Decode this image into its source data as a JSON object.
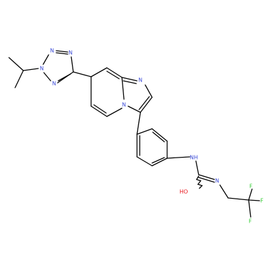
{
  "colors": {
    "bond": "#000000",
    "nitrogen": "#3b4bd8",
    "oxygen": "#e8141b",
    "fluorine": "#33cc33"
  },
  "atoms": [
    {
      "id": "n_t1",
      "text": "N",
      "element": "nitrogen"
    },
    {
      "id": "n_t2",
      "text": "N",
      "element": "nitrogen"
    },
    {
      "id": "n_t3",
      "text": "N",
      "element": "nitrogen"
    },
    {
      "id": "n_t4",
      "text": "N",
      "element": "nitrogen"
    },
    {
      "id": "n_im1",
      "text": "N",
      "element": "nitrogen"
    },
    {
      "id": "n_im2",
      "text": "N",
      "element": "nitrogen"
    },
    {
      "id": "nh",
      "text": "NH",
      "element": "nitrogen"
    },
    {
      "id": "n_am",
      "text": "N",
      "element": "nitrogen"
    },
    {
      "id": "ho",
      "text": "HO",
      "element": "oxygen"
    },
    {
      "id": "f1",
      "text": "F",
      "element": "fluorine"
    },
    {
      "id": "f2",
      "text": "F",
      "element": "fluorine"
    },
    {
      "id": "f3",
      "text": "F",
      "element": "fluorine"
    }
  ]
}
